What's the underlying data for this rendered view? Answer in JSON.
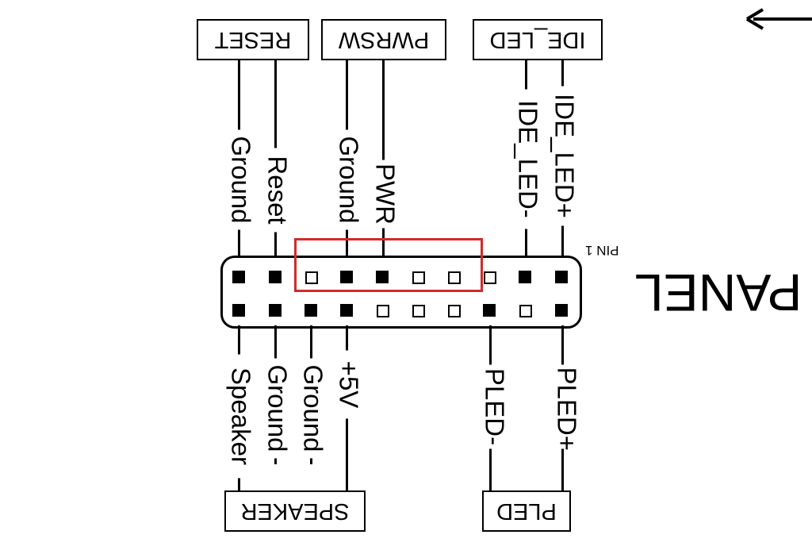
{
  "connectors": {
    "reset": "RESET",
    "pwrsw": "PWRSW",
    "ide_led": "IDE_LED",
    "speaker": "SPEAKER",
    "pled": "PLED"
  },
  "top_pins": {
    "ground_1": "Ground",
    "reset": "Reset",
    "ground_2": "Ground",
    "pwr": "PWR",
    "ide_led_minus": "IDE_LED-",
    "ide_led_plus": "IDE_LED+"
  },
  "bottom_pins": {
    "speaker": "Speaker",
    "ground_1": "Ground",
    "ground_2": "Ground",
    "plus_5v": "+5V",
    "pled_minus": "PLED-",
    "pled_plus": "PLED+"
  },
  "pin1_label": "PIN 1",
  "panel_label": "PANEL",
  "arrow_icon": "left-arrow-icon",
  "highlight_color": "#d12a2a"
}
